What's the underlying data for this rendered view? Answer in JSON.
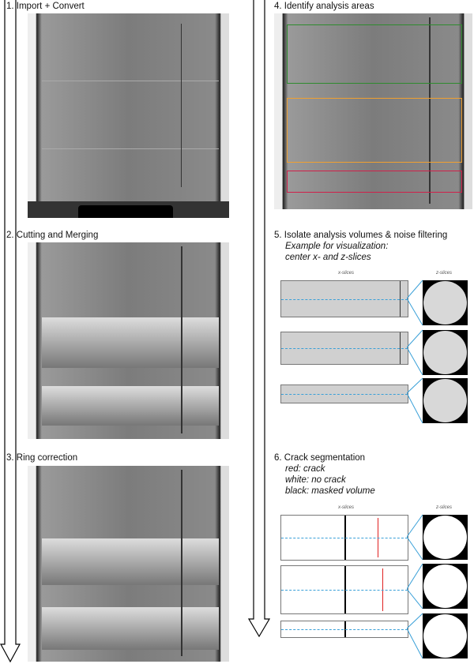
{
  "steps": [
    {
      "label": "1. Import + Convert"
    },
    {
      "label": "2. Cutting and Merging"
    },
    {
      "label": "3. Ring correction"
    },
    {
      "label": "4. Identify analysis areas"
    },
    {
      "label": "5. Isolate analysis volumes & noise filtering",
      "notes": [
        "Example for visualization:",
        "center x- and z-slices"
      ]
    },
    {
      "label": "6. Crack segmentation",
      "notes": [
        "red: crack",
        "white: no crack",
        "black: masked volume"
      ]
    }
  ],
  "slice_labels": {
    "x": "x-slices",
    "z": "z-slices"
  },
  "colors": {
    "area1": "#2e8b2e",
    "area2": "#f0a030",
    "area3": "#d0204a",
    "crack": "#e02020",
    "axis": "#3aa0d8"
  }
}
